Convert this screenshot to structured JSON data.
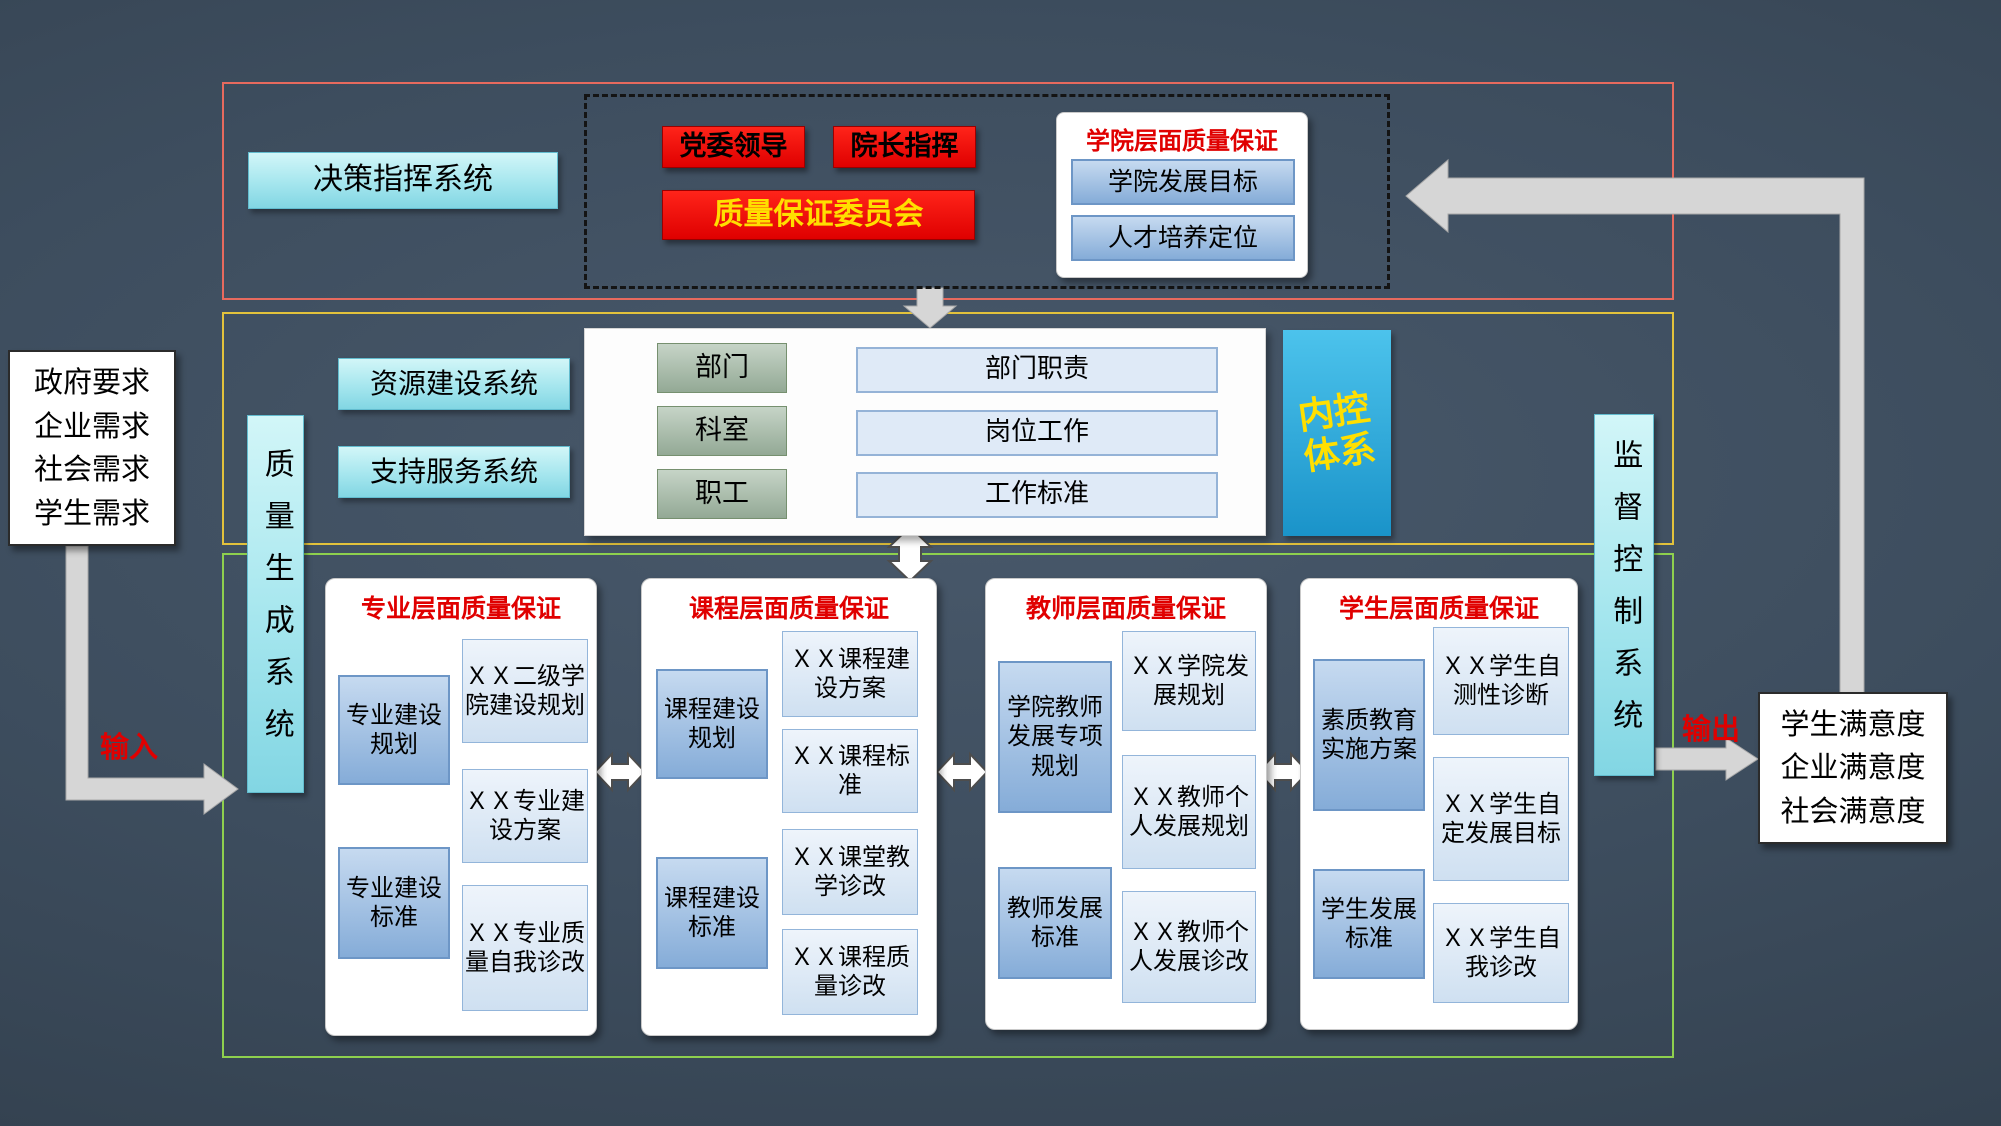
{
  "colors": {
    "accent_red": "#e00000",
    "cyan_fill": "#a5e6ee",
    "yellow_highlight": "#ffdf00",
    "panel_blue": "#85acd8",
    "section_border_red": "#e76a5e",
    "section_border_yellow": "#e2c23c",
    "section_border_green": "#8ed04e",
    "background": "#3d4d5e"
  },
  "decision_section": {
    "label": "决策指挥系统",
    "party_leadership": "党委领导",
    "president_command": "院长指挥",
    "qa_committee": "质量保证委员会",
    "college_panel": {
      "title": "学院层面质量保证",
      "items": [
        "学院发展目标",
        "人才培养定位"
      ]
    }
  },
  "middle_section": {
    "resource_system": "资源建设系统",
    "support_system": "支持服务系统",
    "org_units": [
      "部门",
      "科室",
      "职工"
    ],
    "org_duties": [
      "部门职责",
      "岗位工作",
      "工作标准"
    ],
    "internal_control": "内控体系"
  },
  "quality_generation_system": "质量生成系统",
  "supervision_control_system": "监督控制系统",
  "panels": [
    {
      "title": "专业层面质量保证",
      "left": [
        "专业建设规划",
        "专业建设标准"
      ],
      "right": [
        "ＸＸ二级学院建设规划",
        "ＸＸ专业建设方案",
        "ＸＸ专业质量自我诊改"
      ]
    },
    {
      "title": "课程层面质量保证",
      "left": [
        "课程建设规划",
        "课程建设标准"
      ],
      "right": [
        "ＸＸ课程建设方案",
        "ＸＸ课程标准",
        "ＸＸ课堂教学诊改",
        "ＸＸ课程质量诊改"
      ]
    },
    {
      "title": "教师层面质量保证",
      "left": [
        "学院教师发展专项规划",
        "教师发展标准"
      ],
      "right": [
        "ＸＸ学院发展规划",
        "ＸＸ教师个人发展规划",
        "ＸＸ教师个人发展诊改"
      ]
    },
    {
      "title": "学生层面质量保证",
      "left": [
        "素质教育实施方案",
        "学生发展标准"
      ],
      "right": [
        "ＸＸ学生自测性诊断",
        "ＸＸ学生自定发展目标",
        "ＸＸ学生自我诊改"
      ]
    }
  ],
  "input_box": {
    "lines": [
      "政府要求",
      "企业需求",
      "社会需求",
      "学生需求"
    ]
  },
  "output_box": {
    "lines": [
      "学生满意度",
      "企业满意度",
      "社会满意度"
    ]
  },
  "input_label": "输入",
  "output_label": "输出"
}
